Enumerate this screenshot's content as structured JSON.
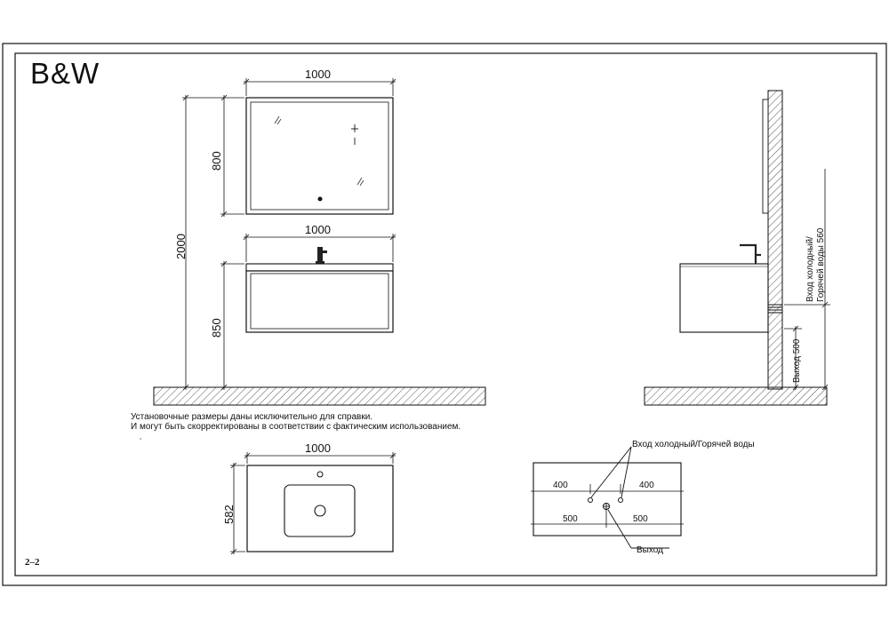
{
  "brand": {
    "logo_text": "B&W"
  },
  "sheet": {
    "page_number": "2–2"
  },
  "front_view": {
    "mirror_width": "1000",
    "mirror_height": "800",
    "total_height": "2000",
    "cabinet_width": "1000",
    "cabinet_height": "850"
  },
  "side_view": {
    "inlet_label": "Вход холодный/\nГорячей воды 560",
    "outlet_label": "Выход 500"
  },
  "note": {
    "line1": "Установочные размеры даны исключительно для справки.",
    "line2": "И могут быть скорректированы в соответствии с фактическим использованием."
  },
  "top_view": {
    "width": "1000",
    "depth": "582"
  },
  "wall_plan": {
    "inlet_label": "Вход холодный/Горячей воды",
    "left_inlet_offset": "400",
    "right_inlet_offset": "400",
    "left_outlet_offset": "500",
    "right_outlet_offset": "500",
    "outlet_label": "Выход"
  }
}
